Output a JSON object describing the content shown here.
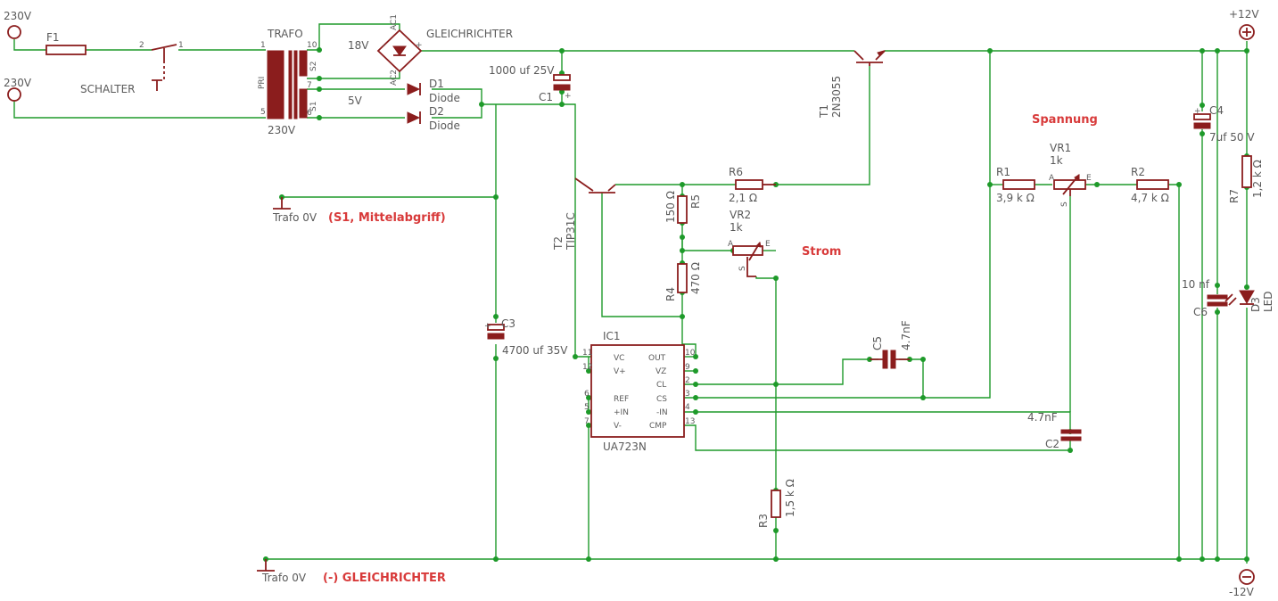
{
  "terminals": {
    "in_top": "230V",
    "in_bottom": "230V",
    "out_pos": "+12V",
    "out_neg": "-12V"
  },
  "fuse": {
    "name": "F1"
  },
  "switch": {
    "name": "SCHALTER",
    "pin_a": "2",
    "pin_b": "1"
  },
  "trafo": {
    "name": "TRAFO",
    "primary": "PRI",
    "primary_voltage": "230V",
    "s1": "S1",
    "s2": "S2",
    "pin_1": "1",
    "pin_5": "5",
    "pin_10": "10",
    "pin_7": "7",
    "pin_6": "6"
  },
  "bridge": {
    "name": "GLEICHRICHTER",
    "input_voltage": "18V",
    "ac1": "AC1",
    "ac2": "AC2",
    "minus": "-",
    "plus": "+"
  },
  "aux_voltage": "5V",
  "diodes": [
    {
      "name": "D1",
      "type": "Diode"
    },
    {
      "name": "D2",
      "type": "Diode"
    }
  ],
  "caps": {
    "c1": {
      "name": "C1",
      "value": "1000 uf 25V"
    },
    "c2": {
      "name": "C2",
      "value": "4.7nF"
    },
    "c3": {
      "name": "C3",
      "value": "4700 uf 35V"
    },
    "c4": {
      "name": "C4",
      "value": "7uf 50 V"
    },
    "c5": {
      "name": "C5",
      "value": "4.7nF"
    },
    "c6": {
      "name": "C6",
      "value": "10 nf"
    }
  },
  "transistors": {
    "t1": {
      "name": "T1",
      "type": "2N3055"
    },
    "t2": {
      "name": "T2",
      "type": "TIP31C"
    }
  },
  "resistors": {
    "r1": {
      "name": "R1",
      "value": "3,9 k Ω"
    },
    "r2": {
      "name": "R2",
      "value": "4,7 k Ω"
    },
    "r3": {
      "name": "R3",
      "value": "1,5 k Ω"
    },
    "r4": {
      "name": "R4",
      "value": "470 Ω"
    },
    "r5": {
      "name": "R5",
      "value": "150 Ω"
    },
    "r6": {
      "name": "R6",
      "value": "2,1 Ω"
    },
    "r7": {
      "name": "R7",
      "value": "1,2 k Ω"
    }
  },
  "pots": {
    "vr1": {
      "name": "VR1",
      "value": "1k",
      "a": "A",
      "e": "E",
      "s": "S"
    },
    "vr2": {
      "name": "VR2",
      "value": "1k",
      "a": "A",
      "e": "E",
      "s": "S"
    }
  },
  "led": {
    "name": "D3",
    "type": "LED"
  },
  "ic": {
    "name": "IC1",
    "part": "UA723N",
    "left_pins": [
      {
        "label": "VC",
        "num": "11"
      },
      {
        "label": "V+",
        "num": "12"
      },
      {
        "label": "REF",
        "num": "6"
      },
      {
        "label": "+IN",
        "num": "5"
      },
      {
        "label": "V-",
        "num": "7"
      }
    ],
    "right_pins": [
      {
        "label": "OUT",
        "num": "10"
      },
      {
        "label": "VZ",
        "num": "9"
      },
      {
        "label": "CL",
        "num": "2"
      },
      {
        "label": "CS",
        "num": "3"
      },
      {
        "label": "-IN",
        "num": "4"
      },
      {
        "label": "CMP",
        "num": "13"
      }
    ]
  },
  "grounds": {
    "g1": {
      "label": "Trafo 0V",
      "note": "(S1, Mittelabgriff)"
    },
    "g2": {
      "label": "Trafo 0V",
      "note": "(-)  GLEICHRICHTER"
    }
  },
  "annotations": {
    "voltage": "Spannung",
    "current": "Strom"
  }
}
